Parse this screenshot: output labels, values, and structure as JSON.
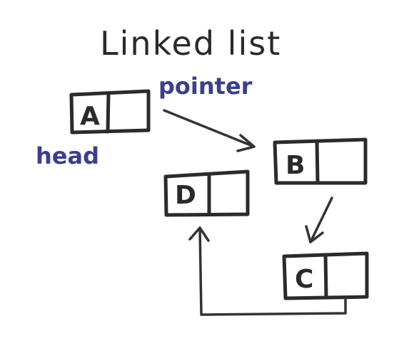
{
  "title": "Linked list",
  "labels": {
    "pointer": "pointer",
    "head": "head"
  },
  "nodes": [
    {
      "id": "A",
      "label": "A"
    },
    {
      "id": "B",
      "label": "B"
    },
    {
      "id": "C",
      "label": "C"
    },
    {
      "id": "D",
      "label": "D"
    }
  ],
  "links": [
    {
      "from": "A",
      "to": "B"
    },
    {
      "from": "B",
      "to": "C"
    },
    {
      "from": "C",
      "to": "D"
    }
  ],
  "colors": {
    "ink": "#2b2b2b",
    "annotation": "#3a3f8f"
  }
}
